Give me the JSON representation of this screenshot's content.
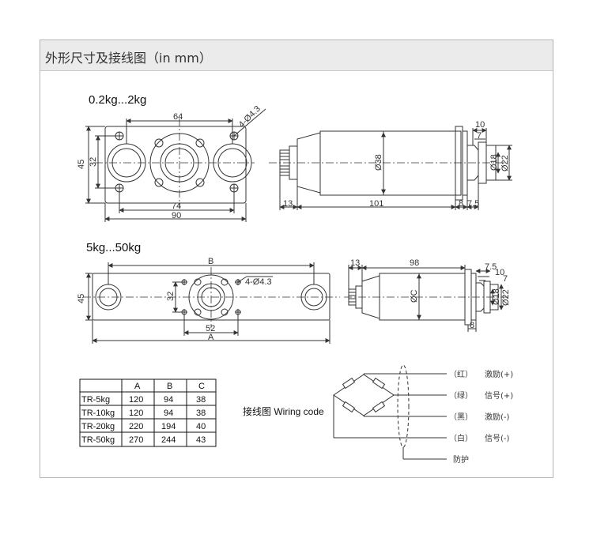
{
  "header": {
    "title": "外形尺寸及接线图（in mm）"
  },
  "small_model": {
    "label": "0.2kg...2kg",
    "dims": {
      "top_width": "64",
      "hole_note": "4-Ø4.3",
      "height_outer": "45",
      "height_inner": "32",
      "width_inner": "74",
      "width_outer": "90"
    },
    "side_dims": {
      "d10": "10",
      "d7": "7",
      "dia38": "Ø38",
      "dia18": "Ø18",
      "dia22": "Ø22",
      "len13": "13",
      "len101": "101",
      "len8": "8",
      "len75": "7.5"
    }
  },
  "large_model": {
    "label": "5kg...50kg",
    "dims": {
      "B": "B",
      "hole_note": "4-Ø4.3",
      "h45": "45",
      "h32": "32",
      "w52": "52",
      "A": "A"
    },
    "side_dims": {
      "len13": "13",
      "len98": "98",
      "d75": "7.5",
      "d10": "10",
      "d7": "7",
      "diaC": "ØC",
      "dia18": "Ø18",
      "dia22": "Ø22",
      "len8": "8"
    }
  },
  "table": {
    "headers": [
      "",
      "A",
      "B",
      "C"
    ],
    "rows": [
      [
        "TR-5kg",
        "120",
        "94",
        "38"
      ],
      [
        "TR-10kg",
        "120",
        "94",
        "38"
      ],
      [
        "TR-20kg",
        "220",
        "194",
        "40"
      ],
      [
        "TR-50kg",
        "270",
        "244",
        "43"
      ]
    ]
  },
  "wiring": {
    "label": "接线图 Wiring code",
    "wires": [
      {
        "color": "（红）",
        "signal": "激励(+)"
      },
      {
        "color": "（绿）",
        "signal": "信号(+)"
      },
      {
        "color": "（黑）",
        "signal": "激励(-)"
      },
      {
        "color": "（白）",
        "signal": "信号(-)"
      }
    ],
    "shield": "防护"
  }
}
